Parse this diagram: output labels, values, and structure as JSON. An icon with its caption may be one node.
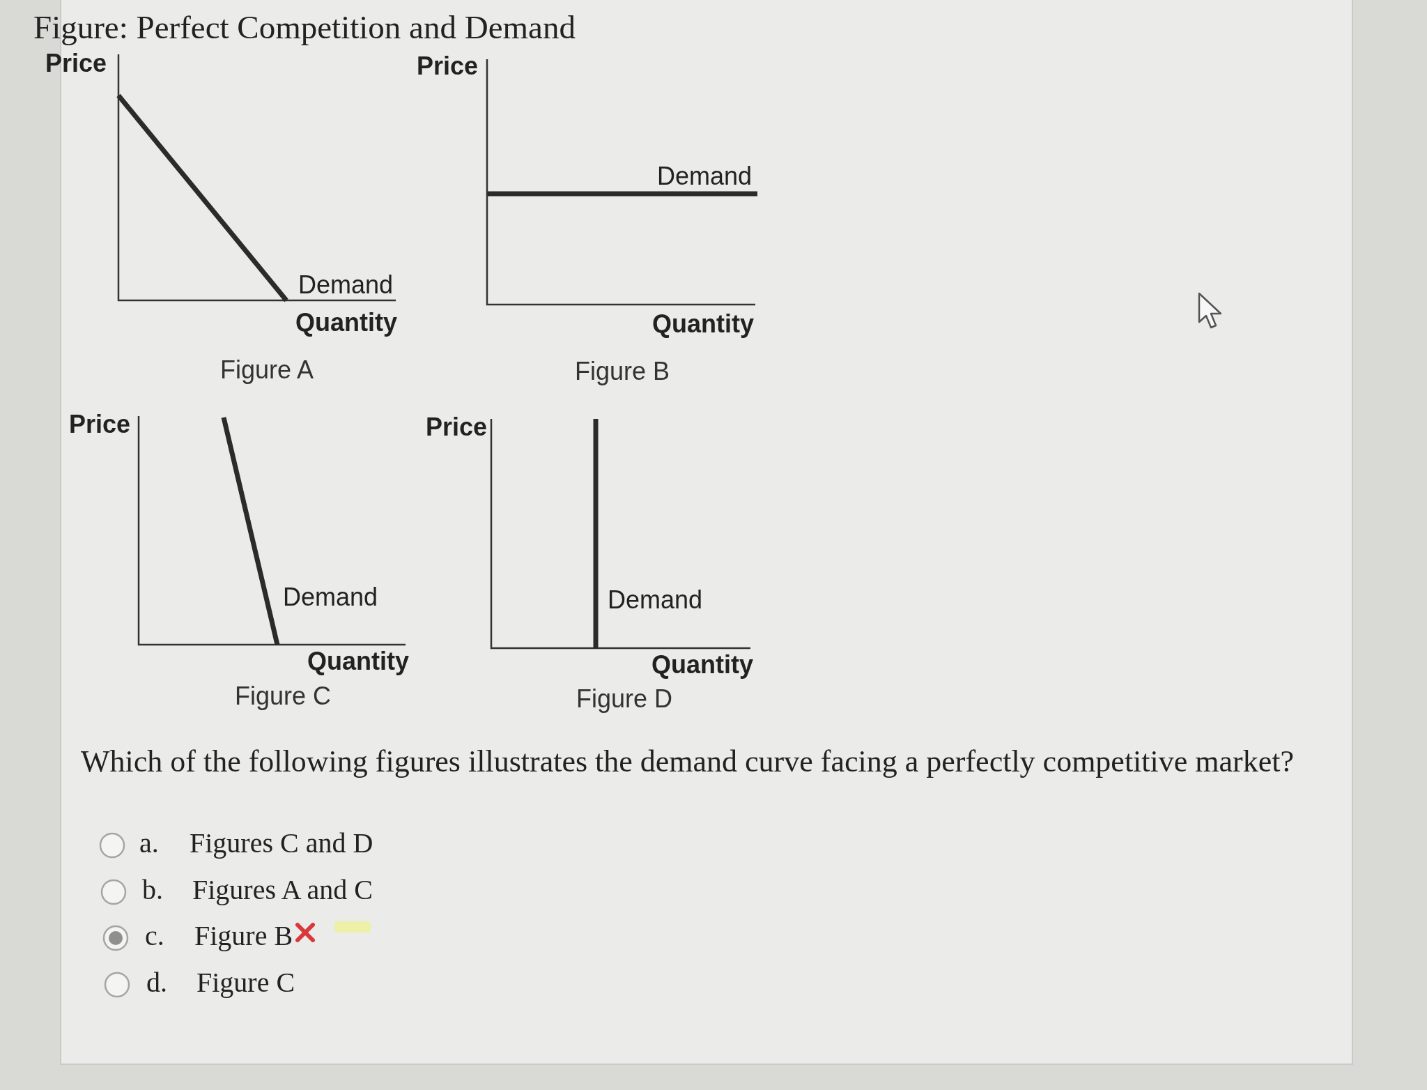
{
  "diagram": {
    "title": "Figure: Perfect Competition and Demand",
    "labels": [
      "Price",
      "Demand",
      "Quantity",
      "Figure A",
      "Price",
      "Demand",
      "Quantity",
      "Figure B",
      "Price",
      "Demand",
      "Quantity",
      "Figure C",
      "Price",
      "Demand",
      "Quantity",
      "Figure D",
      "Which of the following figures illustrates the demand curve facing a perfectly competitive market?",
      "a.",
      "Figures C and D",
      "b.",
      "Figures A and C",
      "c.",
      "Figure B",
      "d.",
      "Figure C"
    ]
  }
}
